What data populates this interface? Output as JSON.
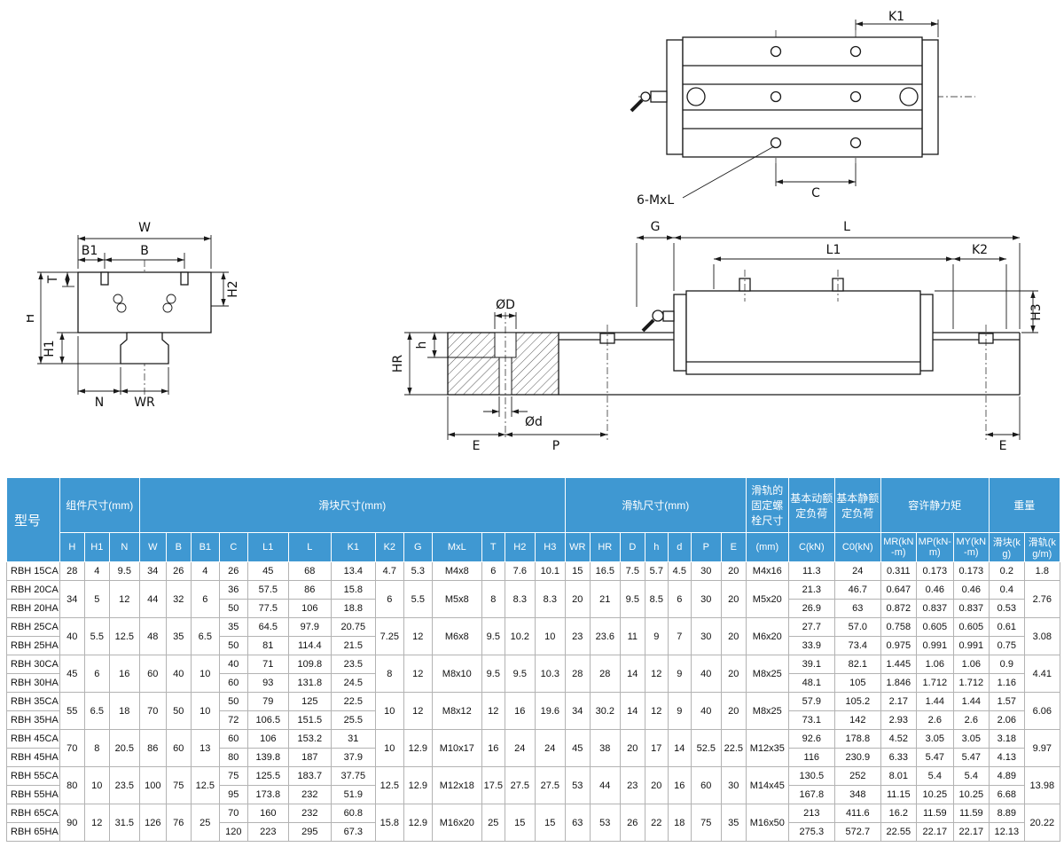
{
  "diagrams": {
    "front_view": {
      "W": "W",
      "B1": "B1",
      "B": "B",
      "T": "T",
      "H2": "H2",
      "H": "H",
      "H1": "H1",
      "N": "N",
      "WR": "WR"
    },
    "top_view": {
      "K1": "K1",
      "C": "C",
      "bolt_callout": "6-MxL"
    },
    "side_view": {
      "G": "G",
      "L": "L",
      "L1": "L1",
      "K2": "K2",
      "H3": "H3",
      "HR": "HR",
      "h": "h",
      "D": "ØD",
      "d": "Ød",
      "E_left": "E",
      "P": "P",
      "E_right": "E"
    }
  },
  "table": {
    "top_headers": [
      {
        "key": "model",
        "label": "型号",
        "rowspan": 2,
        "colspan": 1
      },
      {
        "key": "component-dims",
        "label": "组件尺寸(mm)",
        "colspan": 3
      },
      {
        "key": "block-dims",
        "label": "滑块尺寸(mm)",
        "colspan": 13
      },
      {
        "key": "rail-dims",
        "label": "滑轨尺寸(mm)",
        "colspan": 7
      },
      {
        "key": "rail-bolt-size",
        "label": "滑轨的固定螺栓尺寸",
        "colspan": 1
      },
      {
        "key": "dynamic-load",
        "label": "基本动额定负荷",
        "colspan": 1
      },
      {
        "key": "static-load",
        "label": "基本静额定负荷",
        "colspan": 1
      },
      {
        "key": "static-moment",
        "label": "容许静力矩",
        "colspan": 3
      },
      {
        "key": "weight",
        "label": "重量",
        "colspan": 2
      }
    ],
    "sub_headers": [
      "H",
      "H1",
      "N",
      "W",
      "B",
      "B1",
      "C",
      "L1",
      "L",
      "K1",
      "K2",
      "G",
      "MxL",
      "T",
      "H2",
      "H3",
      "WR",
      "HR",
      "D",
      "h",
      "d",
      "P",
      "E",
      "(mm)",
      "C(kN)",
      "C0(kN)",
      "MR(kN-m)",
      "MP(kN-m)",
      "MY(kN-m)",
      "滑块(kg)",
      "滑轨(kg/m)"
    ],
    "columns": [
      {
        "key": "model",
        "shared": false
      },
      {
        "key": "H",
        "shared": true
      },
      {
        "key": "H1",
        "shared": true
      },
      {
        "key": "N",
        "shared": true
      },
      {
        "key": "W",
        "shared": true
      },
      {
        "key": "B",
        "shared": true
      },
      {
        "key": "B1",
        "shared": true
      },
      {
        "key": "C",
        "shared": false
      },
      {
        "key": "L1",
        "shared": false
      },
      {
        "key": "L",
        "shared": false
      },
      {
        "key": "K1",
        "shared": false
      },
      {
        "key": "K2",
        "shared": true
      },
      {
        "key": "G",
        "shared": true
      },
      {
        "key": "MxL",
        "shared": true
      },
      {
        "key": "T",
        "shared": true
      },
      {
        "key": "H2",
        "shared": true
      },
      {
        "key": "H3",
        "shared": true
      },
      {
        "key": "WR",
        "shared": true
      },
      {
        "key": "HR",
        "shared": true
      },
      {
        "key": "D",
        "shared": true
      },
      {
        "key": "h",
        "shared": true
      },
      {
        "key": "d",
        "shared": true
      },
      {
        "key": "P",
        "shared": true
      },
      {
        "key": "E",
        "shared": true
      },
      {
        "key": "bolt",
        "shared": true
      },
      {
        "key": "C_kN",
        "shared": false
      },
      {
        "key": "C0_kN",
        "shared": false
      },
      {
        "key": "MR",
        "shared": false
      },
      {
        "key": "MP",
        "shared": false
      },
      {
        "key": "MY",
        "shared": false
      },
      {
        "key": "block_kg",
        "shared": false
      },
      {
        "key": "rail_kg",
        "shared": true
      }
    ],
    "groups": [
      {
        "shared": {
          "H": "28",
          "H1": "4",
          "N": "9.5",
          "W": "34",
          "B": "26",
          "B1": "4",
          "K2": "4.7",
          "G": "5.3",
          "MxL": "M4x8",
          "T": "6",
          "H2": "7.6",
          "H3": "10.1",
          "WR": "15",
          "HR": "16.5",
          "D": "7.5",
          "h": "5.7",
          "d": "4.5",
          "P": "30",
          "E": "20",
          "bolt": "M4x16",
          "rail_kg": "1.8"
        },
        "rows": [
          {
            "model": "RBH 15CA",
            "C": "26",
            "L1": "45",
            "L": "68",
            "K1": "13.4",
            "C_kN": "11.3",
            "C0_kN": "24",
            "MR": "0.311",
            "MP": "0.173",
            "MY": "0.173",
            "block_kg": "0.2"
          }
        ]
      },
      {
        "shared": {
          "H": "34",
          "H1": "5",
          "N": "12",
          "W": "44",
          "B": "32",
          "B1": "6",
          "K2": "6",
          "G": "5.5",
          "MxL": "M5x8",
          "T": "8",
          "H2": "8.3",
          "H3": "8.3",
          "WR": "20",
          "HR": "21",
          "D": "9.5",
          "h": "8.5",
          "d": "6",
          "P": "30",
          "E": "20",
          "bolt": "M5x20",
          "rail_kg": "2.76"
        },
        "rows": [
          {
            "model": "RBH 20CA",
            "C": "36",
            "L1": "57.5",
            "L": "86",
            "K1": "15.8",
            "C_kN": "21.3",
            "C0_kN": "46.7",
            "MR": "0.647",
            "MP": "0.46",
            "MY": "0.46",
            "block_kg": "0.4"
          },
          {
            "model": "RBH 20HA",
            "C": "50",
            "L1": "77.5",
            "L": "106",
            "K1": "18.8",
            "C_kN": "26.9",
            "C0_kN": "63",
            "MR": "0.872",
            "MP": "0.837",
            "MY": "0.837",
            "block_kg": "0.53"
          }
        ]
      },
      {
        "shared": {
          "H": "40",
          "H1": "5.5",
          "N": "12.5",
          "W": "48",
          "B": "35",
          "B1": "6.5",
          "K2": "7.25",
          "G": "12",
          "MxL": "M6x8",
          "T": "9.5",
          "H2": "10.2",
          "H3": "10",
          "WR": "23",
          "HR": "23.6",
          "D": "11",
          "h": "9",
          "d": "7",
          "P": "30",
          "E": "20",
          "bolt": "M6x20",
          "rail_kg": "3.08"
        },
        "rows": [
          {
            "model": "RBH 25CA",
            "C": "35",
            "L1": "64.5",
            "L": "97.9",
            "K1": "20.75",
            "C_kN": "27.7",
            "C0_kN": "57.0",
            "MR": "0.758",
            "MP": "0.605",
            "MY": "0.605",
            "block_kg": "0.61"
          },
          {
            "model": "RBH 25HA",
            "C": "50",
            "L1": "81",
            "L": "114.4",
            "K1": "21.5",
            "C_kN": "33.9",
            "C0_kN": "73.4",
            "MR": "0.975",
            "MP": "0.991",
            "MY": "0.991",
            "block_kg": "0.75"
          }
        ]
      },
      {
        "shared": {
          "H": "45",
          "H1": "6",
          "N": "16",
          "W": "60",
          "B": "40",
          "B1": "10",
          "K2": "8",
          "G": "12",
          "MxL": "M8x10",
          "T": "9.5",
          "H2": "9.5",
          "H3": "10.3",
          "WR": "28",
          "HR": "28",
          "D": "14",
          "h": "12",
          "d": "9",
          "P": "40",
          "E": "20",
          "bolt": "M8x25",
          "rail_kg": "4.41"
        },
        "rows": [
          {
            "model": "RBH 30CA",
            "C": "40",
            "L1": "71",
            "L": "109.8",
            "K1": "23.5",
            "C_kN": "39.1",
            "C0_kN": "82.1",
            "MR": "1.445",
            "MP": "1.06",
            "MY": "1.06",
            "block_kg": "0.9"
          },
          {
            "model": "RBH 30HA",
            "C": "60",
            "L1": "93",
            "L": "131.8",
            "K1": "24.5",
            "C_kN": "48.1",
            "C0_kN": "105",
            "MR": "1.846",
            "MP": "1.712",
            "MY": "1.712",
            "block_kg": "1.16"
          }
        ]
      },
      {
        "shared": {
          "H": "55",
          "H1": "6.5",
          "N": "18",
          "W": "70",
          "B": "50",
          "B1": "10",
          "K2": "10",
          "G": "12",
          "MxL": "M8x12",
          "T": "12",
          "H2": "16",
          "H3": "19.6",
          "WR": "34",
          "HR": "30.2",
          "D": "14",
          "h": "12",
          "d": "9",
          "P": "40",
          "E": "20",
          "bolt": "M8x25",
          "rail_kg": "6.06"
        },
        "rows": [
          {
            "model": "RBH 35CA",
            "C": "50",
            "L1": "79",
            "L": "125",
            "K1": "22.5",
            "C_kN": "57.9",
            "C0_kN": "105.2",
            "MR": "2.17",
            "MP": "1.44",
            "MY": "1.44",
            "block_kg": "1.57"
          },
          {
            "model": "RBH 35HA",
            "C": "72",
            "L1": "106.5",
            "L": "151.5",
            "K1": "25.5",
            "C_kN": "73.1",
            "C0_kN": "142",
            "MR": "2.93",
            "MP": "2.6",
            "MY": "2.6",
            "block_kg": "2.06"
          }
        ]
      },
      {
        "shared": {
          "H": "70",
          "H1": "8",
          "N": "20.5",
          "W": "86",
          "B": "60",
          "B1": "13",
          "K2": "10",
          "G": "12.9",
          "MxL": "M10x17",
          "T": "16",
          "H2": "24",
          "H3": "24",
          "WR": "45",
          "HR": "38",
          "D": "20",
          "h": "17",
          "d": "14",
          "P": "52.5",
          "E": "22.5",
          "bolt": "M12x35",
          "rail_kg": "9.97"
        },
        "rows": [
          {
            "model": "RBH 45CA",
            "C": "60",
            "L1": "106",
            "L": "153.2",
            "K1": "31",
            "C_kN": "92.6",
            "C0_kN": "178.8",
            "MR": "4.52",
            "MP": "3.05",
            "MY": "3.05",
            "block_kg": "3.18"
          },
          {
            "model": "RBH 45HA",
            "C": "80",
            "L1": "139.8",
            "L": "187",
            "K1": "37.9",
            "C_kN": "116",
            "C0_kN": "230.9",
            "MR": "6.33",
            "MP": "5.47",
            "MY": "5.47",
            "block_kg": "4.13"
          }
        ]
      },
      {
        "shared": {
          "H": "80",
          "H1": "10",
          "N": "23.5",
          "W": "100",
          "B": "75",
          "B1": "12.5",
          "K2": "12.5",
          "G": "12.9",
          "MxL": "M12x18",
          "T": "17.5",
          "H2": "27.5",
          "H3": "27.5",
          "WR": "53",
          "HR": "44",
          "D": "23",
          "h": "20",
          "d": "16",
          "P": "60",
          "E": "30",
          "bolt": "M14x45",
          "rail_kg": "13.98"
        },
        "rows": [
          {
            "model": "RBH 55CA",
            "C": "75",
            "L1": "125.5",
            "L": "183.7",
            "K1": "37.75",
            "C_kN": "130.5",
            "C0_kN": "252",
            "MR": "8.01",
            "MP": "5.4",
            "MY": "5.4",
            "block_kg": "4.89"
          },
          {
            "model": "RBH 55HA",
            "C": "95",
            "L1": "173.8",
            "L": "232",
            "K1": "51.9",
            "C_kN": "167.8",
            "C0_kN": "348",
            "MR": "11.15",
            "MP": "10.25",
            "MY": "10.25",
            "block_kg": "6.68"
          }
        ]
      },
      {
        "shared": {
          "H": "90",
          "H1": "12",
          "N": "31.5",
          "W": "126",
          "B": "76",
          "B1": "25",
          "K2": "15.8",
          "G": "12.9",
          "MxL": "M16x20",
          "T": "25",
          "H2": "15",
          "H3": "15",
          "WR": "63",
          "HR": "53",
          "D": "26",
          "h": "22",
          "d": "18",
          "P": "75",
          "E": "35",
          "bolt": "M16x50",
          "rail_kg": "20.22"
        },
        "rows": [
          {
            "model": "RBH 65CA",
            "C": "70",
            "L1": "160",
            "L": "232",
            "K1": "60.8",
            "C_kN": "213",
            "C0_kN": "411.6",
            "MR": "16.2",
            "MP": "11.59",
            "MY": "11.59",
            "block_kg": "8.89"
          },
          {
            "model": "RBH 65HA",
            "C": "120",
            "L1": "223",
            "L": "295",
            "K1": "67.3",
            "C_kN": "275.3",
            "C0_kN": "572.7",
            "MR": "22.55",
            "MP": "22.17",
            "MY": "22.17",
            "block_kg": "12.13"
          }
        ]
      }
    ]
  }
}
